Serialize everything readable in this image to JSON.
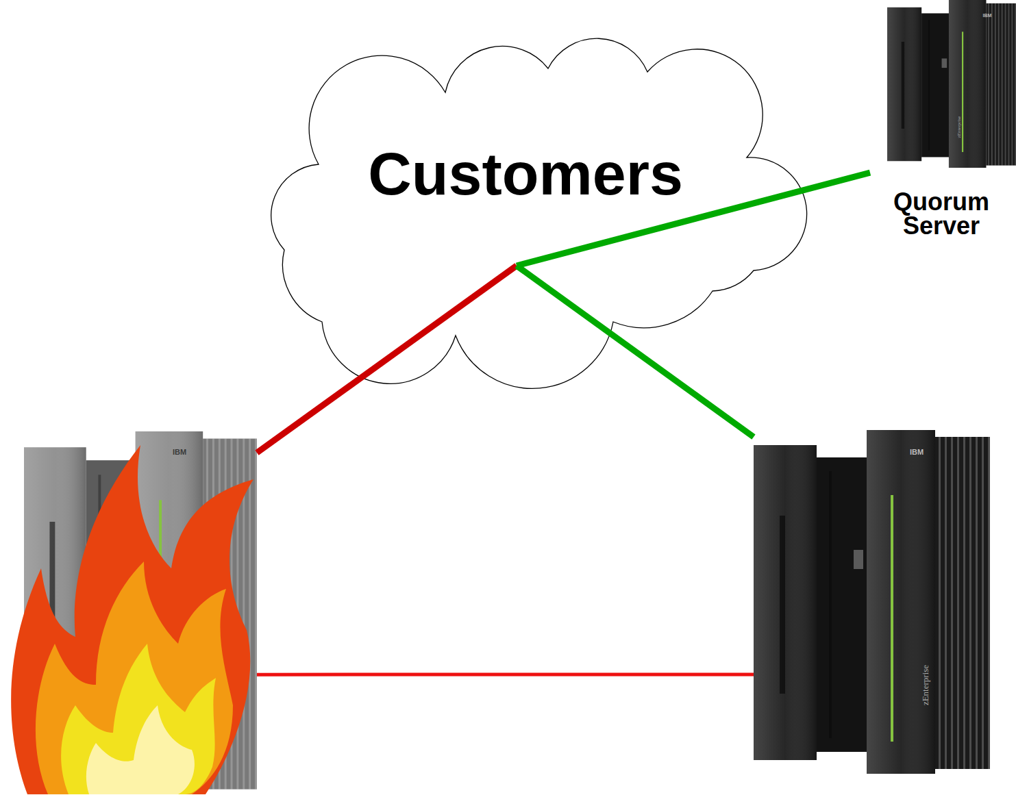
{
  "diagram": {
    "nodes": [
      {
        "text": [
          "Customers"
        ]
      },
      {
        "text": [
          "Quorum Server"
        ]
      },
      {
        "text": []
      },
      {
        "text": []
      }
    ],
    "edges": [
      {
        "from": 2,
        "to": 0,
        "arrow": "none"
      },
      {
        "from": 0,
        "to": 3,
        "arrow": "none"
      },
      {
        "from": 0,
        "to": 1,
        "arrow": "none"
      },
      {
        "from": 2,
        "to": 3,
        "arrow": "none"
      }
    ],
    "labels": [
      "IBM",
      "zEnterprise",
      "IBM",
      "IBM",
      "zEnterprise"
    ]
  }
}
